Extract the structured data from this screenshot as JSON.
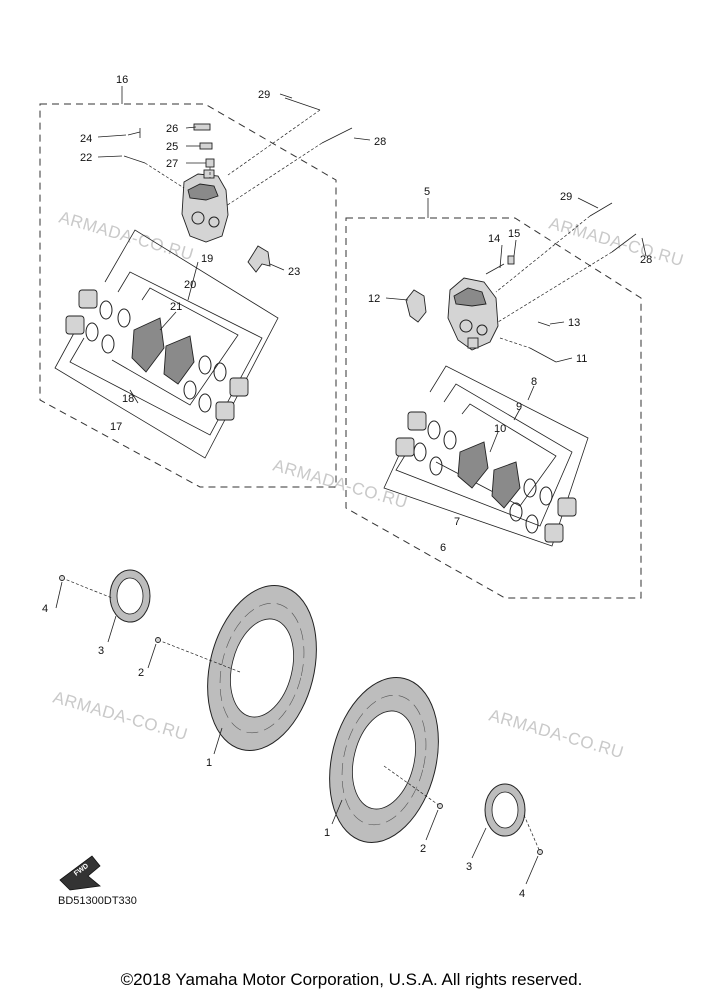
{
  "diagram": {
    "callouts": [
      {
        "id": "c16",
        "label": "16"
      },
      {
        "id": "c29a",
        "label": "29"
      },
      {
        "id": "c24",
        "label": "24"
      },
      {
        "id": "c26",
        "label": "26"
      },
      {
        "id": "c25",
        "label": "25"
      },
      {
        "id": "c22",
        "label": "22"
      },
      {
        "id": "c27",
        "label": "27"
      },
      {
        "id": "c28a",
        "label": "28"
      },
      {
        "id": "c19",
        "label": "19"
      },
      {
        "id": "c20",
        "label": "20"
      },
      {
        "id": "c23",
        "label": "23"
      },
      {
        "id": "c21",
        "label": "21"
      },
      {
        "id": "c18",
        "label": "18"
      },
      {
        "id": "c17",
        "label": "17"
      },
      {
        "id": "c5",
        "label": "5"
      },
      {
        "id": "c29b",
        "label": "29"
      },
      {
        "id": "c14",
        "label": "14"
      },
      {
        "id": "c15",
        "label": "15"
      },
      {
        "id": "c28b",
        "label": "28"
      },
      {
        "id": "c12",
        "label": "12"
      },
      {
        "id": "c13",
        "label": "13"
      },
      {
        "id": "c11",
        "label": "11"
      },
      {
        "id": "c8",
        "label": "8"
      },
      {
        "id": "c9",
        "label": "9"
      },
      {
        "id": "c10",
        "label": "10"
      },
      {
        "id": "c7",
        "label": "7"
      },
      {
        "id": "c6",
        "label": "6"
      },
      {
        "id": "c4a",
        "label": "4"
      },
      {
        "id": "c3a",
        "label": "3"
      },
      {
        "id": "c2a",
        "label": "2"
      },
      {
        "id": "c1a",
        "label": "1"
      },
      {
        "id": "c1b",
        "label": "1"
      },
      {
        "id": "c2b",
        "label": "2"
      },
      {
        "id": "c3b",
        "label": "3"
      },
      {
        "id": "c4b",
        "label": "4"
      }
    ],
    "watermark": "ARMADA-CO.RU",
    "diagram_code": "BD51300DT330",
    "forward_label": "FWD"
  },
  "footer": {
    "copyright": "©2018 Yamaha Motor Corporation, U.S.A. All rights reserved."
  }
}
